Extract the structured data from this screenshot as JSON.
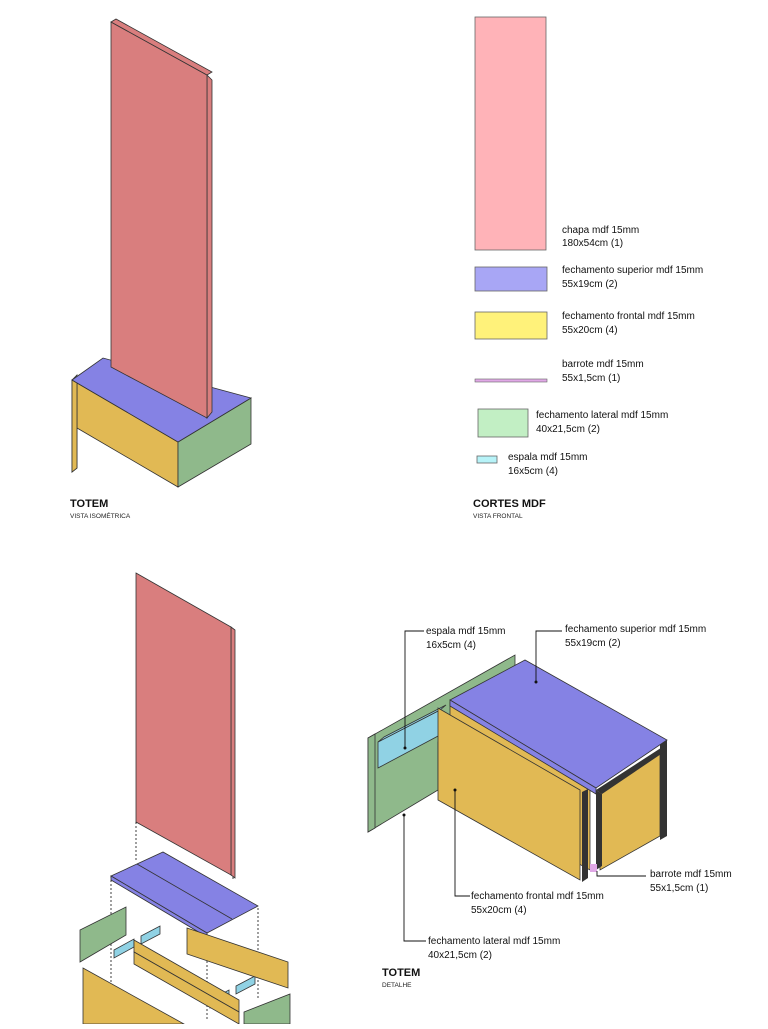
{
  "colors": {
    "chapa": "#d97e7e",
    "chapa_light": "#ffb3b8",
    "superior": "#8582e4",
    "superior_light": "#a8a6f5",
    "frontal": "#e1b954",
    "frontal_light": "#fff27a",
    "lateral": "#8fb98b",
    "lateral_light": "#c2efc4",
    "espala": "#90d2e4",
    "espala_light": "#b7f3f8",
    "barrote": "#e0a8e6",
    "barrote_dark": "#333333"
  },
  "isometric": {
    "title": "TOTEM",
    "subtitle": "VISTA ISOMÉTRICA"
  },
  "cuts": {
    "title": "CORTES MDF",
    "subtitle": "VISTA FRONTAL",
    "items": [
      {
        "key": "chapa",
        "name": "chapa mdf 15mm",
        "dims": "180x54cm (1)"
      },
      {
        "key": "superior",
        "name": "fechamento superior mdf 15mm",
        "dims": "55x19cm (2)"
      },
      {
        "key": "frontal",
        "name": "fechamento frontal mdf 15mm",
        "dims": "55x20cm (4)"
      },
      {
        "key": "barrote",
        "name": "barrote mdf 15mm",
        "dims": "55x1,5cm (1)"
      },
      {
        "key": "lateral",
        "name": "fechamento lateral mdf 15mm",
        "dims": "40x21,5cm (2)"
      },
      {
        "key": "espala",
        "name": "espala mdf 15mm",
        "dims": "16x5cm (4)"
      }
    ]
  },
  "detail": {
    "title": "TOTEM",
    "subtitle": "DETALHE",
    "labels": {
      "espala": {
        "name": "espala mdf 15mm",
        "dims": "16x5cm (4)"
      },
      "superior": {
        "name": "fechamento superior mdf 15mm",
        "dims": "55x19cm (2)"
      },
      "barrote": {
        "name": "barrote mdf 15mm",
        "dims": "55x1,5cm (1)"
      },
      "frontal": {
        "name": "fechamento frontal mdf 15mm",
        "dims": "55x20cm (4)"
      },
      "lateral": {
        "name": "fechamento lateral mdf 15mm",
        "dims": "40x21,5cm (2)"
      }
    }
  }
}
